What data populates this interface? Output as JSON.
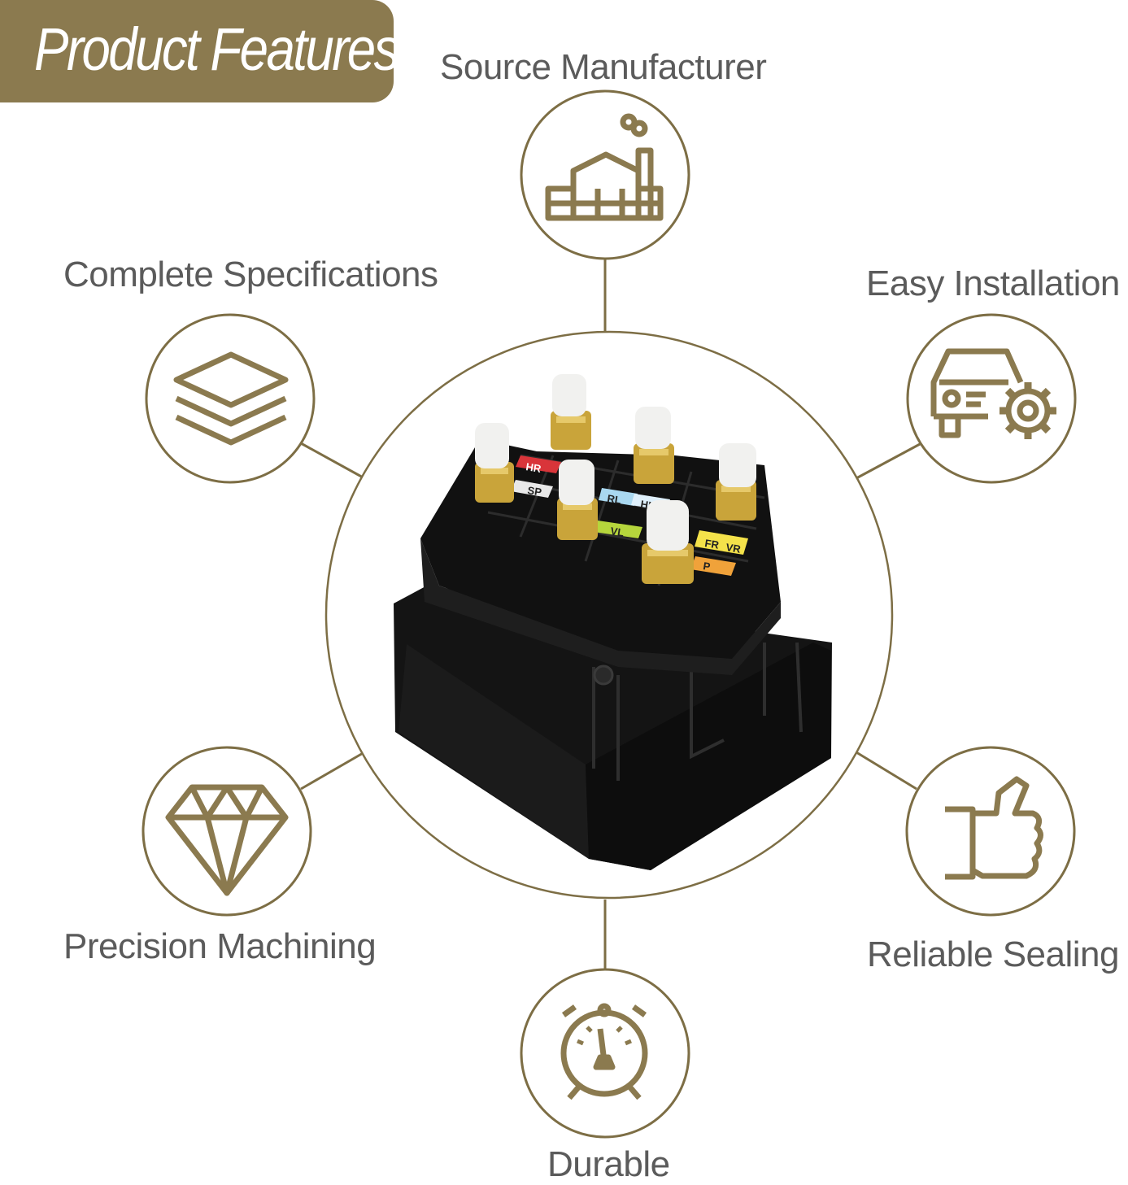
{
  "banner": {
    "title": "Product Features"
  },
  "features": [
    {
      "key": "source",
      "label": "Source Manufacturer",
      "icon": "factory-icon"
    },
    {
      "key": "specs",
      "label": "Complete Specifications",
      "icon": "layers-icon"
    },
    {
      "key": "install",
      "label": "Easy Installation",
      "icon": "car-gear-icon"
    },
    {
      "key": "precision",
      "label": "Precision Machining",
      "icon": "diamond-icon"
    },
    {
      "key": "sealing",
      "label": "Reliable Sealing",
      "icon": "thumbs-up-icon"
    },
    {
      "key": "durable",
      "label": "Durable",
      "icon": "gauge-clock-icon"
    }
  ],
  "product": {
    "port_labels": [
      "HR",
      "SP",
      "RL",
      "HL",
      "VL",
      "FR",
      "VR",
      "P"
    ]
  },
  "colors": {
    "accent": "#8b7a4f",
    "line": "#7d6e45",
    "text": "#5b5b5b"
  }
}
